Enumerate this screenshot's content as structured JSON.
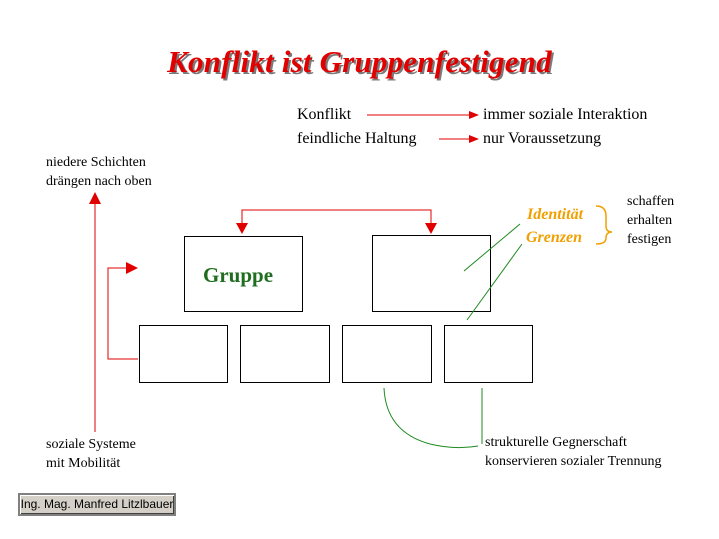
{
  "title": "Konflikt ist Gruppenfestigend",
  "relations": [
    {
      "from": "Konflikt",
      "to": "immer soziale Interaktion"
    },
    {
      "from": "feindliche Haltung",
      "to": "nur Voraussetzung"
    }
  ],
  "left_top": {
    "line1": "niedere Schichten",
    "line2": "drängen nach oben"
  },
  "left_bottom": {
    "line1": "soziale Systeme",
    "line2": "mit Mobilität"
  },
  "group_label": "Gruppe",
  "orange_terms": [
    "Identität",
    "Grenzen"
  ],
  "effects": [
    "schaffen",
    "erhalten",
    "festigen"
  ],
  "bottom_note": {
    "line1": "strukturelle Gegnerschaft",
    "line2": "konservieren sozialer Trennung"
  },
  "author": "Ing. Mag. Manfred Litzlbauer",
  "colors": {
    "title": "#e00000",
    "arrows": "#e00000",
    "green": "#1f6e1f",
    "orange": "#f0a000"
  }
}
